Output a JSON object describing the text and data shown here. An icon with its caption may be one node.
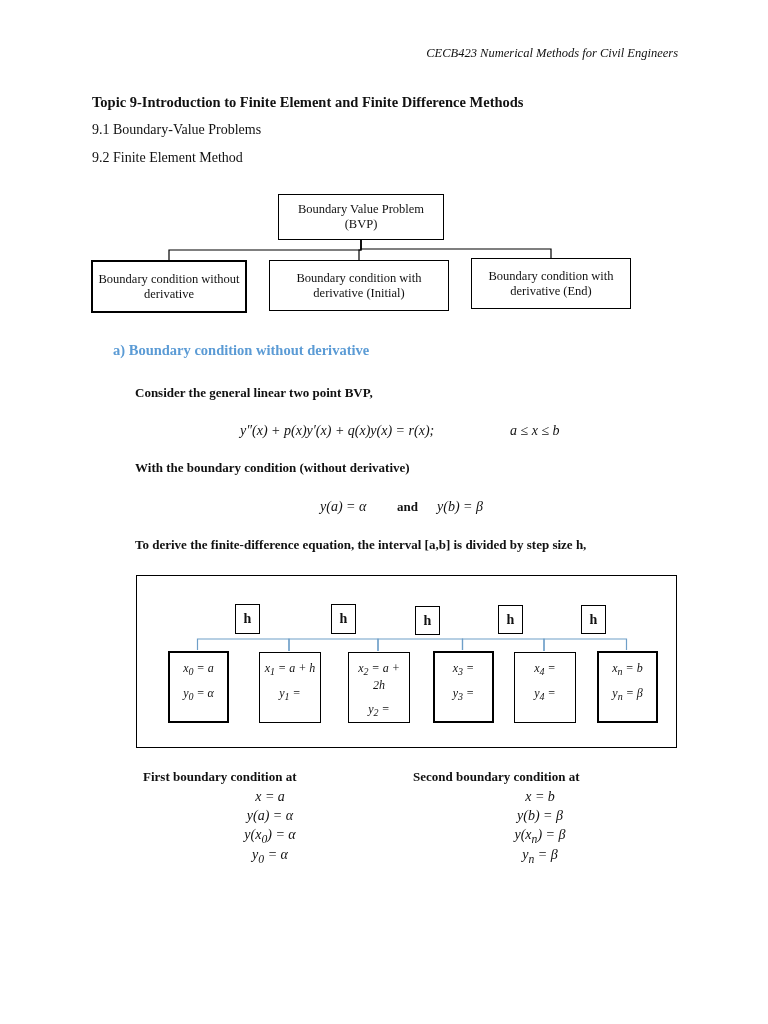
{
  "diagram": {
    "title": "Topic 9-Introduction to Finite Element and Finite Difference Methods",
    "nodes": [
      {
        "text": [
          "Boundary Value Problem (BVP)"
        ]
      },
      {
        "text": [
          "Boundary condition without derivative"
        ]
      },
      {
        "text": [
          "Boundary condition with derivative (Initial)"
        ]
      },
      {
        "text": [
          "Boundary condition with derivative (End)"
        ]
      },
      {
        "text": [],
        "shape": "box"
      },
      {
        "text": [
          "h"
        ],
        "in": 4
      },
      {
        "text": [
          "h"
        ],
        "in": 4
      },
      {
        "text": [
          "h"
        ],
        "in": 4
      },
      {
        "text": [
          "h"
        ],
        "in": 4
      },
      {
        "text": [
          "h"
        ],
        "in": 4
      },
      {
        "text": [
          "x$_{0}$ = a",
          "y$_{0}$ = α"
        ],
        "in": 4
      },
      {
        "text": [
          "x$_{1}$ = a + h",
          "y$_{1}$ ="
        ],
        "in": 4
      },
      {
        "text": [
          "x$_{2}$ = a + 2h",
          "y$_{2}$ ="
        ],
        "in": 4
      },
      {
        "text": [
          "x$_{3}$ =",
          "y$_{3}$ ="
        ],
        "in": 4
      },
      {
        "text": [
          "x$_{4}$ =",
          "y$_{4}$ ="
        ],
        "in": 4
      },
      {
        "text": [
          "x$_{n}$ = b",
          "y$_{n}$ = β"
        ],
        "in": 4
      }
    ],
    "edges": [
      {
        "from": 0,
        "to": 1,
        "arrow": "none",
        "color": "#000000"
      },
      {
        "from": 0,
        "to": 2,
        "arrow": "none",
        "color": "#000000"
      },
      {
        "from": 0,
        "to": 3,
        "arrow": "none",
        "color": "#000000"
      },
      {
        "from": 10,
        "to": 11,
        "arrow": "none"
      },
      {
        "from": 11,
        "to": 12,
        "arrow": "none"
      },
      {
        "from": 12,
        "to": 13,
        "arrow": "none"
      },
      {
        "from": 13,
        "to": 14,
        "arrow": "none"
      },
      {
        "from": 14,
        "to": 15,
        "arrow": "none"
      }
    ],
    "labels": [
      "CECB423 Numerical Methods for Civil Engineers",
      "9.1 Boundary-Value Problems",
      "9.2 Finite Element Method",
      "a) Boundary condition without derivative",
      "Consider the general linear two point BVP,",
      "y″(x) + p(x)y′(x) + q(x)y(x) = r(x);",
      "a ≤ x ≤ b",
      "With the boundary condition (without derivative)",
      "y(a) = α",
      "and",
      "y(b) = β",
      "To derive the finite-difference equation, the interval [a,b] is divided by step size h,",
      "First boundary condition at",
      "Second boundary condition at",
      "x = a",
      "x = b",
      "y(a) = α",
      "y(b) = β",
      "y(x$_{0}$) = α",
      "y(x$_{n}$) = β",
      "y$_{0}$ = α",
      "y$_{n}$ = β"
    ]
  }
}
